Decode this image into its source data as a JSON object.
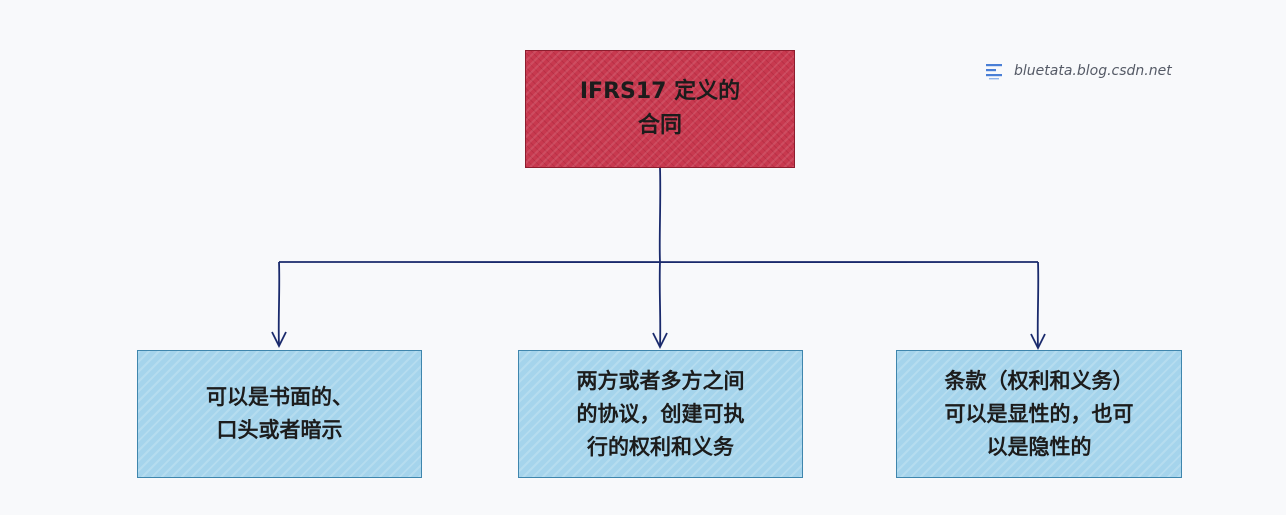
{
  "diagram": {
    "root": {
      "text": "IFRS17 定义的\n合同"
    },
    "children": [
      {
        "text": "可以是书面的、\n口头或者暗示"
      },
      {
        "text": "两方或者多方之间\n的协议，创建可执\n行的权利和义务"
      },
      {
        "text": "条款（权利和义务）\n可以是显性的，也可\n以是隐性的"
      }
    ]
  },
  "watermark": {
    "text": "bluetata.blog.csdn.net",
    "icon": "csdn-logo-icon"
  },
  "colors": {
    "root_fill": "#c8394f",
    "root_border": "#8d1d2e",
    "child_fill": "#a5d4ec",
    "child_border": "#3f86ad",
    "connector": "#1a2a6c",
    "background": "#f8f9fb"
  }
}
